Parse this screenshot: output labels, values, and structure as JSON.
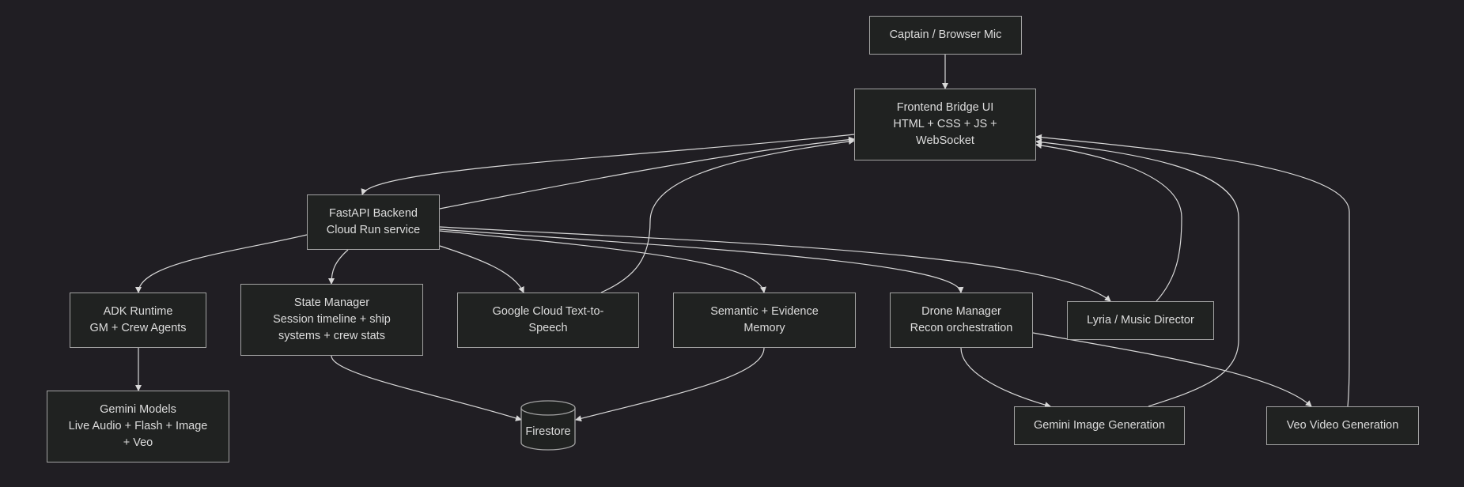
{
  "diagram": {
    "background": "#201e23",
    "node_fill": "#202221",
    "node_border": "#a3a3a3",
    "edge_color": "#d8d8d8",
    "nodes": {
      "captain": "Captain / Browser Mic",
      "frontend": "Frontend Bridge UI\nHTML + CSS + JS +\nWebSocket",
      "fastapi": "FastAPI Backend\nCloud Run service",
      "adk": "ADK Runtime\nGM + Crew Agents",
      "gemini_models": "Gemini Models\nLive Audio + Flash + Image\n+ Veo",
      "state_manager": "State Manager\nSession timeline + ship\nsystems + crew stats",
      "tts": "Google Cloud Text-to-\nSpeech",
      "memory": "Semantic + Evidence\nMemory",
      "drone": "Drone Manager\nRecon orchestration",
      "lyria": "Lyria / Music Director",
      "firestore": "Firestore",
      "gemini_image": "Gemini Image Generation",
      "veo": "Veo Video Generation"
    },
    "edges": [
      [
        "captain",
        "frontend"
      ],
      [
        "frontend",
        "fastapi"
      ],
      [
        "fastapi",
        "frontend"
      ],
      [
        "fastapi",
        "adk"
      ],
      [
        "fastapi",
        "state_manager"
      ],
      [
        "fastapi",
        "tts"
      ],
      [
        "fastapi",
        "memory"
      ],
      [
        "fastapi",
        "drone"
      ],
      [
        "fastapi",
        "lyria"
      ],
      [
        "adk",
        "gemini_models"
      ],
      [
        "state_manager",
        "firestore"
      ],
      [
        "memory",
        "firestore"
      ],
      [
        "tts",
        "frontend"
      ],
      [
        "lyria",
        "frontend"
      ],
      [
        "gemini_image",
        "frontend"
      ],
      [
        "veo",
        "frontend"
      ],
      [
        "drone",
        "gemini_image"
      ],
      [
        "drone",
        "veo"
      ]
    ]
  }
}
